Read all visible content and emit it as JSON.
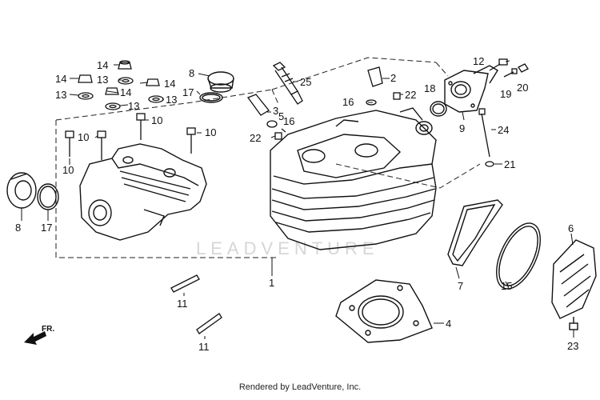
{
  "watermark": "LEADVENTURE",
  "footer": "Rendered by LeadVenture, Inc.",
  "front_marker": "FR.",
  "callouts": {
    "c1": "1",
    "c2": "2",
    "c3": "3",
    "c4": "4",
    "c5": "5",
    "c6": "6",
    "c7": "7",
    "c8a": "8",
    "c8b": "8",
    "c9": "9",
    "c10a": "10",
    "c10b": "10",
    "c10c": "10",
    "c10d": "10",
    "c11a": "11",
    "c11b": "11",
    "c12": "12",
    "c13a": "13",
    "c13b": "13",
    "c13c": "13",
    "c13d": "13",
    "c14a": "14",
    "c14b": "14",
    "c14c": "14",
    "c14d": "14",
    "c15": "15",
    "c16a": "16",
    "c16b": "16",
    "c17a": "17",
    "c17b": "17",
    "c18": "18",
    "c19": "19",
    "c20": "20",
    "c21": "21",
    "c22a": "22",
    "c22b": "22",
    "c23": "23",
    "c24": "24",
    "c25": "25"
  }
}
